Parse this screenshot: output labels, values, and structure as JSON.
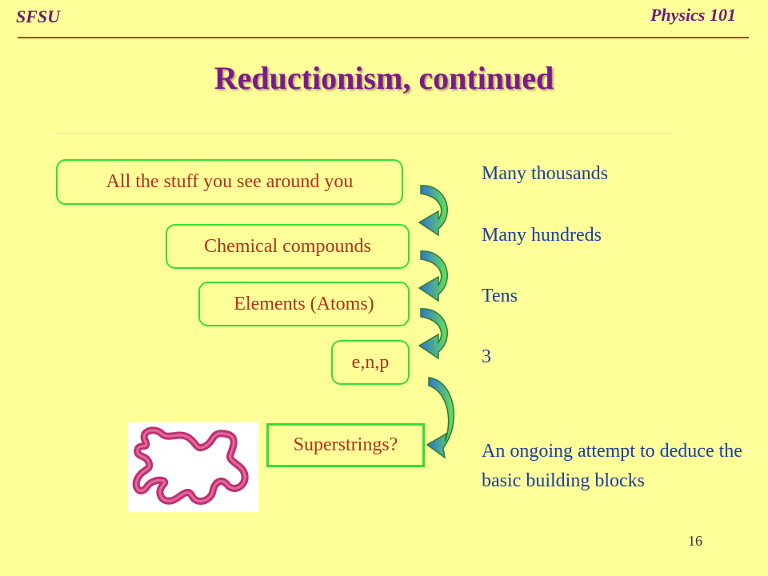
{
  "header": {
    "left": "SFSU",
    "right": "Physics 101"
  },
  "title": "Reductionism, continued",
  "levels": [
    {
      "label": "All the stuff you see around you",
      "count": "Many thousands"
    },
    {
      "label": "Chemical compounds",
      "count": "Many hundreds"
    },
    {
      "label": "Elements (Atoms)",
      "count": "Tens"
    },
    {
      "label": "e,n,p",
      "count": "3"
    },
    {
      "label": "Superstrings?"
    }
  ],
  "note": "An ongoing attempt to deduce the basic building blocks",
  "page_number": "16",
  "colors": {
    "background": "#ffff99",
    "title": "#7a1b8a",
    "box_border": "#33e033",
    "box_text": "#b03020",
    "count_text": "#1a3fa0",
    "string_loop": "#c0306e"
  },
  "icons": {
    "arrows": "curved-down-arrow-icon",
    "image": "superstring-loop-icon"
  }
}
